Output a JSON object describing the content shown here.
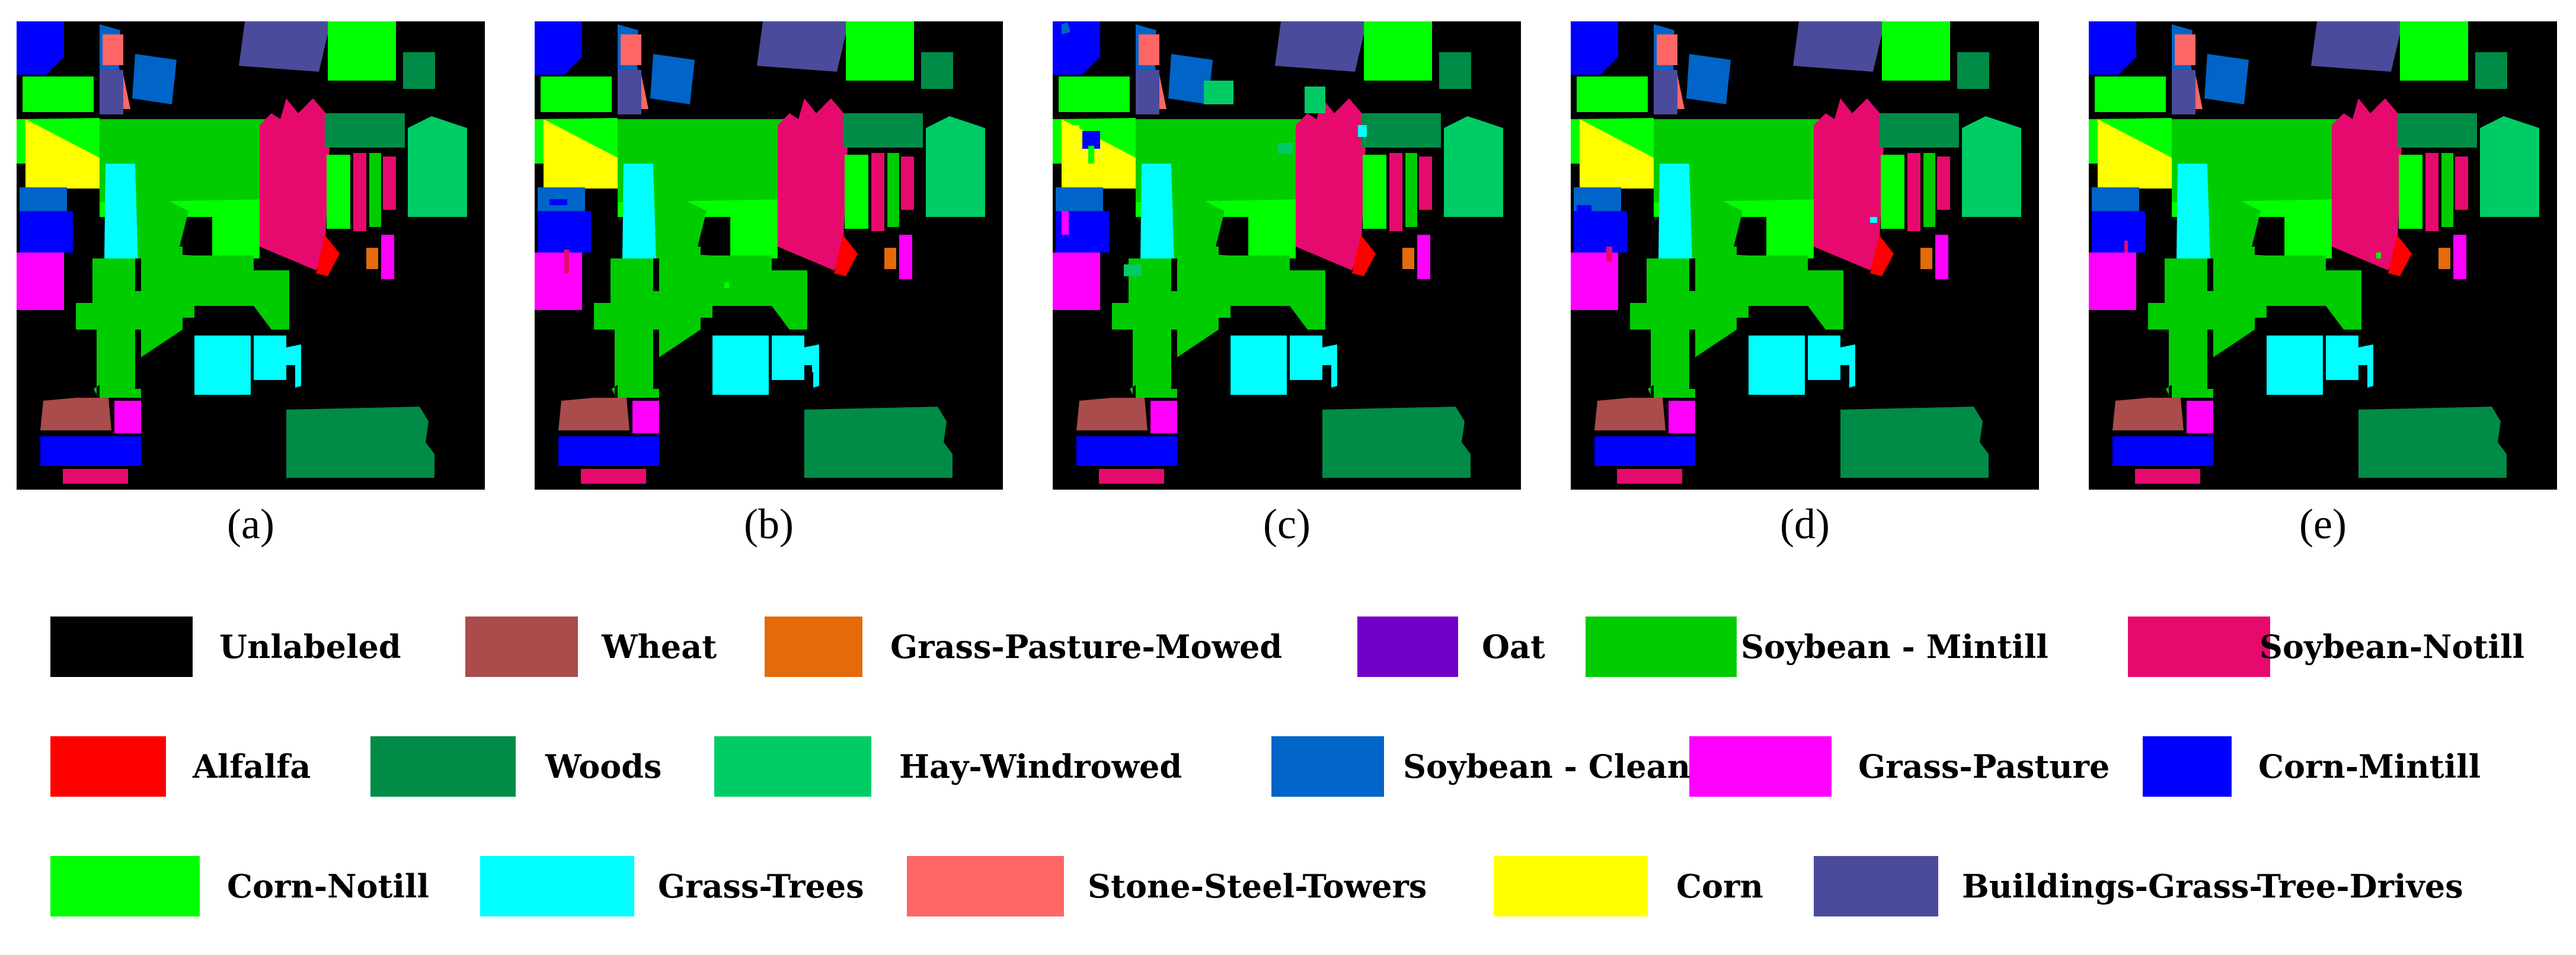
{
  "panels": [
    {
      "label": "(a)"
    },
    {
      "label": "(b)"
    },
    {
      "label": "(c)"
    },
    {
      "label": "(d)"
    },
    {
      "label": "(e)"
    }
  ],
  "legend": [
    {
      "label": "Unlabeled",
      "color": "#000000"
    },
    {
      "label": "Wheat",
      "color": "#A94C4B"
    },
    {
      "label": "Grass-Pasture-Mowed",
      "color": "#E46A0A"
    },
    {
      "label": "Oat",
      "color": "#7300C8"
    },
    {
      "label": "Soybean - Mintill",
      "color": "#00CC00"
    },
    {
      "label": "Soybean-Notill",
      "color": "#E60A6E"
    },
    {
      "label": "Alfalfa",
      "color": "#FF0000"
    },
    {
      "label": "Woods",
      "color": "#008C46"
    },
    {
      "label": "Hay-Windrowed",
      "color": "#00CC66"
    },
    {
      "label": "Soybean - Clean",
      "color": "#0064C8"
    },
    {
      "label": "Grass-Pasture",
      "color": "#FF00FF"
    },
    {
      "label": "Corn-Mintill",
      "color": "#0000FF"
    },
    {
      "label": "Corn-Notill",
      "color": "#00FF00"
    },
    {
      "label": "Grass-Trees",
      "color": "#00FFFF"
    },
    {
      "label": "Stone-Steel-Towers",
      "color": "#FF6666"
    },
    {
      "label": "Corn",
      "color": "#FFFF00"
    },
    {
      "label": "Buildings-Grass-Tree-Drives",
      "color": "#4B4B9B"
    }
  ]
}
